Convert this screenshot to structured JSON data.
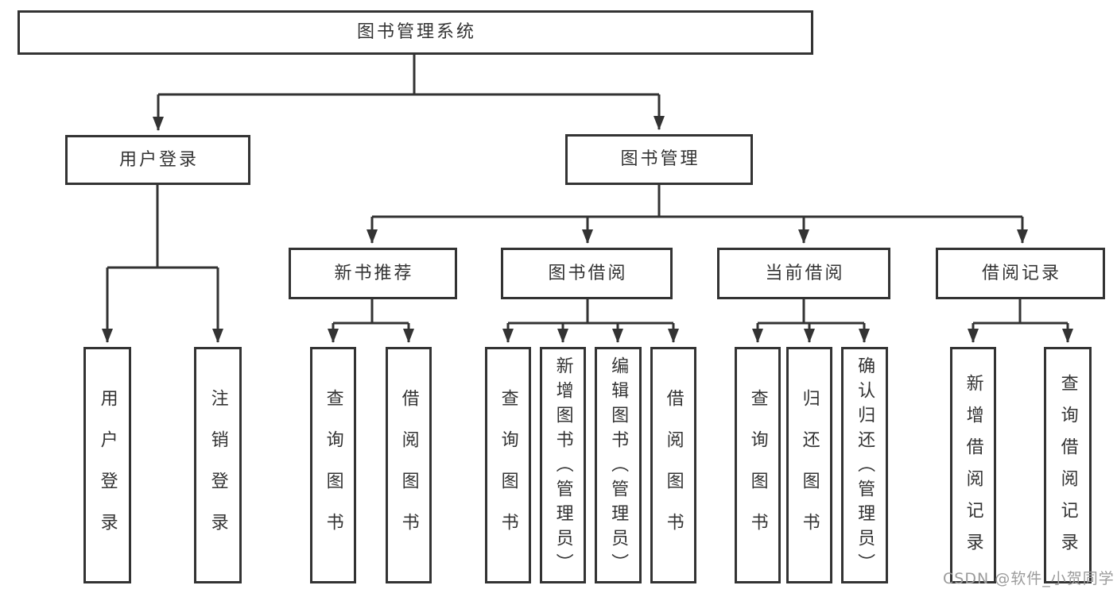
{
  "colors": {
    "line": "#333333",
    "box_border": "#333333",
    "text": "#333333",
    "background": "#ffffff",
    "watermark": "#9b9b9b"
  },
  "diagram": {
    "root": {
      "label": "图书管理系统"
    },
    "children": [
      {
        "label": "用户登录",
        "children": [
          {
            "label": "用户登录"
          },
          {
            "label": "注销登录"
          }
        ]
      },
      {
        "label": "图书管理",
        "children": [
          {
            "label": "新书推荐",
            "children": [
              {
                "label": "查询图书"
              },
              {
                "label": "借阅图书"
              }
            ]
          },
          {
            "label": "图书借阅",
            "children": [
              {
                "label": "查询图书"
              },
              {
                "label": "新增图书（管理员）"
              },
              {
                "label": "编辑图书（管理员）"
              },
              {
                "label": "借阅图书"
              }
            ]
          },
          {
            "label": "当前借阅",
            "children": [
              {
                "label": "查询图书"
              },
              {
                "label": "归还图书"
              },
              {
                "label": "确认归还（管理员）"
              }
            ]
          },
          {
            "label": "借阅记录",
            "children": [
              {
                "label": "新增借阅记录"
              },
              {
                "label": "查询借阅记录"
              }
            ]
          }
        ]
      }
    ]
  },
  "watermark": {
    "text": "CSDN @软件_小贺同学"
  }
}
